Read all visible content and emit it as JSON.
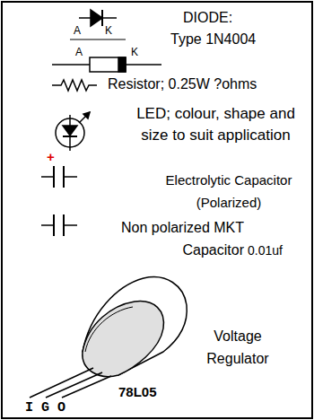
{
  "diagram": {
    "labels": [
      "A",
      "K",
      "A",
      "K",
      "DIODE:",
      "Type 1N4004",
      "Resistor; 0.25W ?ohms",
      "LED; colour, shape and size to suit application",
      "+",
      "Electrolytic Capacitor (Polarized)",
      "Non polarized MKT Capacitor",
      "0.01uf",
      "Voltage Regulator",
      "78L05",
      "I",
      "G",
      "O"
    ]
  }
}
